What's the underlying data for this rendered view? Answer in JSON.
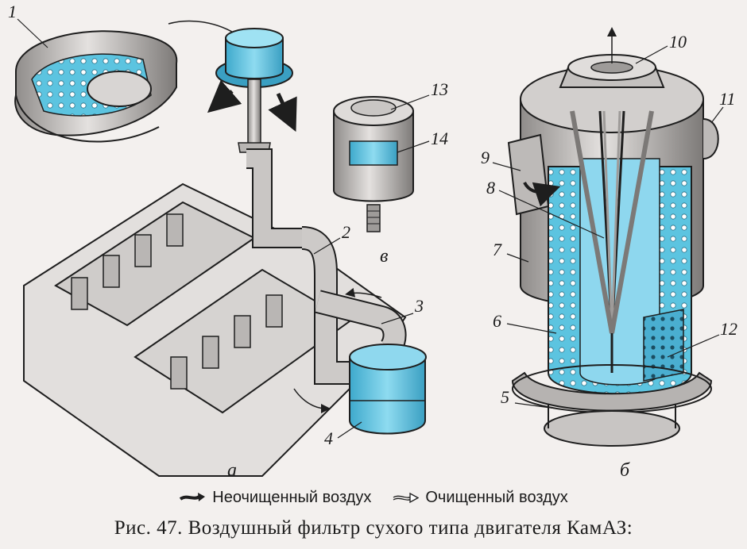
{
  "labels": {
    "n1": "1",
    "n2": "2",
    "n3": "3",
    "n4": "4",
    "n5": "5",
    "n6": "6",
    "n7": "7",
    "n8": "8",
    "n9": "9",
    "n10": "10",
    "n11": "11",
    "n12": "12",
    "n13": "13",
    "n14": "14"
  },
  "subfigures": {
    "a": "а",
    "b": "б",
    "v": "в"
  },
  "legend": {
    "unclean": "Неочищенный воздух",
    "clean": "Очищенный воздух"
  },
  "caption": "Рис. 47. Воздушный фильтр сухого типа двигателя КамАЗ:",
  "colors": {
    "filter_blue": "#5cc4e0",
    "metal": "#c9c6c4",
    "outline": "#1e1e1e"
  }
}
